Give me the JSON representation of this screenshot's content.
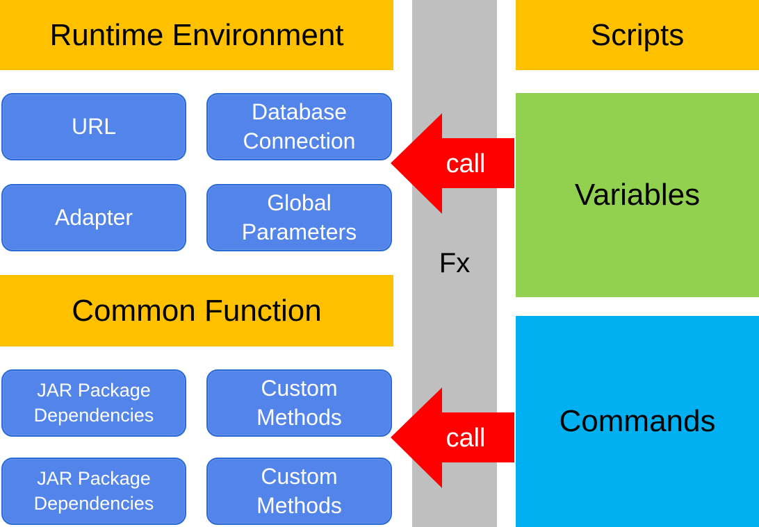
{
  "colors": {
    "header_bg": "#ffc000",
    "pill_bg": "#5284ea",
    "pill_border": "#2a6ad6",
    "fx_bar": "#bfbfbf",
    "variables_bg": "#92d050",
    "commands_bg": "#00b0f0",
    "arrow": "#ff0000"
  },
  "runtime": {
    "title": "Runtime Environment",
    "items": [
      {
        "line1": "URL",
        "line2": ""
      },
      {
        "line1": "Database",
        "line2": "Connection"
      },
      {
        "line1": "Adapter",
        "line2": ""
      },
      {
        "line1": "Global",
        "line2": "Parameters"
      }
    ]
  },
  "common": {
    "title": "Common Function",
    "items": [
      {
        "line1": "JAR Package",
        "line2": "Dependencies"
      },
      {
        "line1": "Custom",
        "line2": "Methods"
      },
      {
        "line1": "JAR Package",
        "line2": "Dependencies"
      },
      {
        "line1": "Custom",
        "line2": "Methods"
      }
    ]
  },
  "fx": {
    "label": "Fx"
  },
  "scripts": {
    "title": "Scripts",
    "variables": "Variables",
    "commands": "Commands"
  },
  "arrows": [
    {
      "label": "call"
    },
    {
      "label": "call"
    }
  ]
}
